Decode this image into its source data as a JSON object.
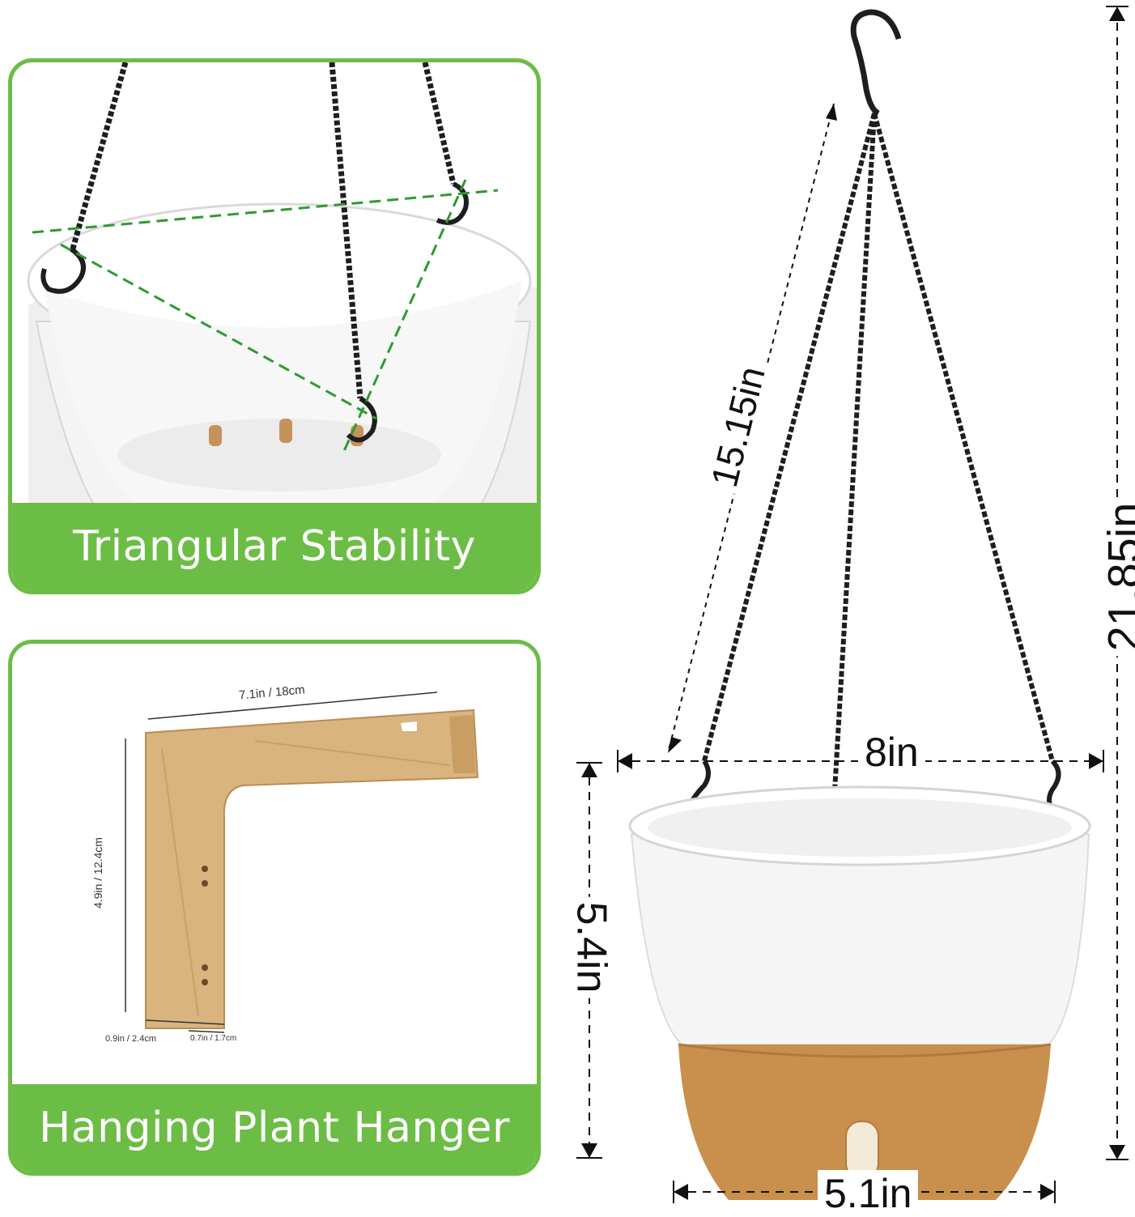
{
  "panels": {
    "top_label": "Triangular Stability",
    "bottom_label": "Hanging Plant Hanger"
  },
  "bracket_dims": {
    "width": "7.1in / 18cm",
    "height": "4.9in / 12.4cm",
    "thickness": "0.9in / 2.4cm",
    "lip": "0.7in / 1.7cm"
  },
  "planter_dims": {
    "chain_length": "15.15in",
    "total_height": "21.85in",
    "top_diameter": "8in",
    "pot_height": "5.4in",
    "base_diameter": "5.1in"
  },
  "colors": {
    "accent_green": "#6cbd45",
    "chain": "#1e1e1e",
    "wood": "#d9b47e",
    "pot_base": "#c98f4c"
  }
}
